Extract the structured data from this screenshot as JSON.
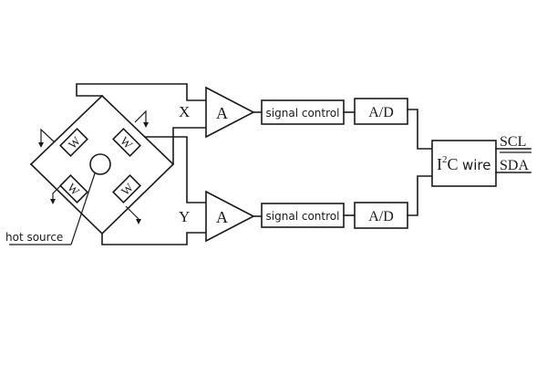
{
  "labels": {
    "x_channel": "X",
    "y_channel": "Y",
    "amp_top": "A",
    "amp_bottom": "A",
    "signal_top": "signal control",
    "signal_bottom": "signal control",
    "adc_top": "A/D",
    "adc_bottom": "A/D",
    "i2c_prefix": "I",
    "i2c_sup": "2",
    "i2c_suffix": "C",
    "i2c_wire": "wire",
    "scl": "SCL",
    "sda": "SDA",
    "hot_source": "hot source"
  }
}
